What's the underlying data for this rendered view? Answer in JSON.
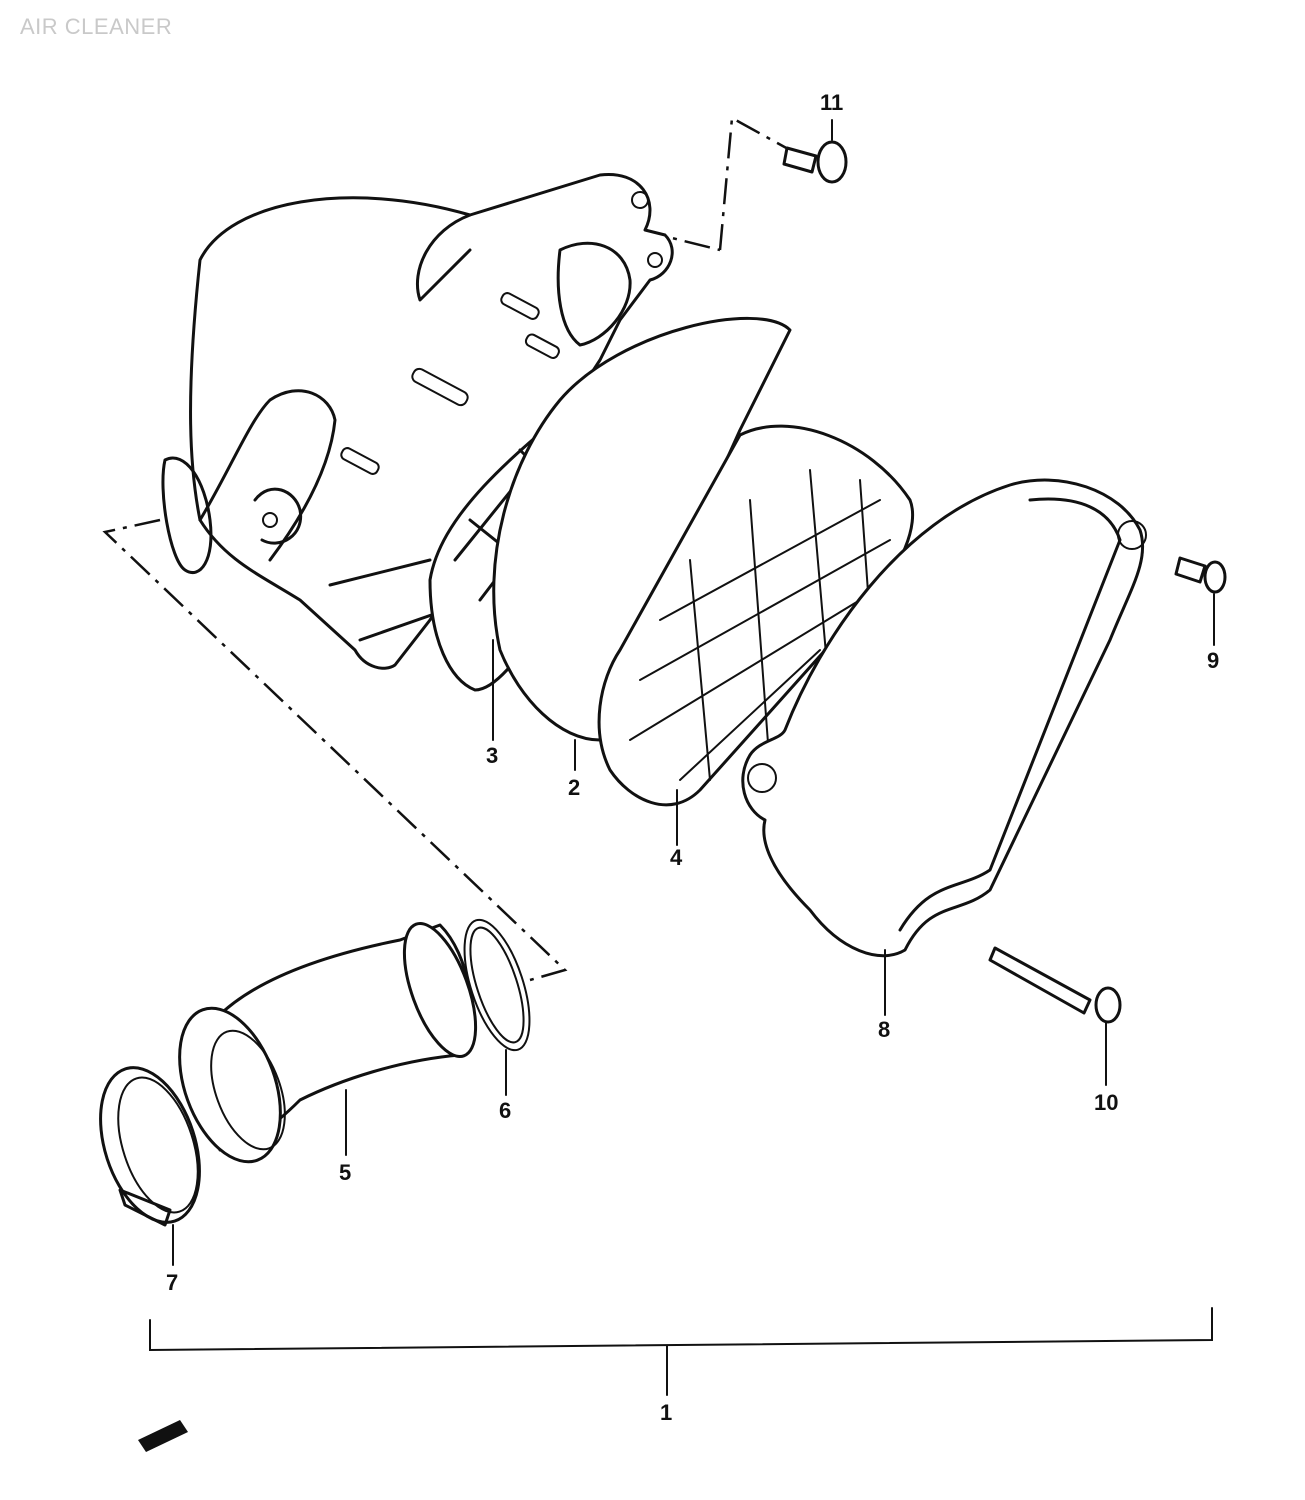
{
  "title": "AIR CLEANER",
  "callouts": {
    "n1": "1",
    "n2": "2",
    "n3": "3",
    "n4": "4",
    "n5": "5",
    "n6": "6",
    "n7": "7",
    "n8": "8",
    "n9": "9",
    "n10": "10",
    "n11": "11"
  },
  "colors": {
    "line": "#111111",
    "background": "#ffffff",
    "title": "#c9c9c9"
  }
}
